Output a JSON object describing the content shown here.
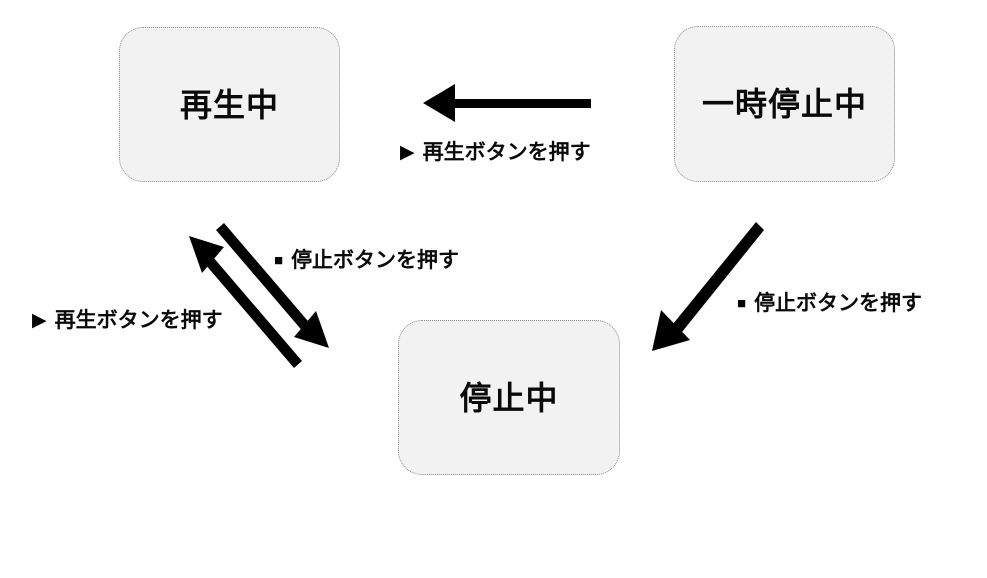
{
  "diagram": {
    "type": "state-transition-diagram",
    "background_color": "#ffffff",
    "states": [
      {
        "id": "playing",
        "label": "再生中",
        "fill": "#f2f2f2",
        "border": "#8a8a8a"
      },
      {
        "id": "paused",
        "label": "一時停止中",
        "fill": "#f2f2f2",
        "border": "#8a8a8a"
      },
      {
        "id": "stopped",
        "label": "停止中",
        "fill": "#f2f2f2",
        "border": "#8a8a8a"
      }
    ],
    "transitions": [
      {
        "id": "paused-to-playing",
        "from": "paused",
        "to": "playing",
        "marker": "▶",
        "marker_name": "play-triangle-marker",
        "label": "再生ボタンを押す",
        "arrow_color": "#000000"
      },
      {
        "id": "playing-to-stopped",
        "from": "playing",
        "to": "stopped",
        "marker": "■",
        "marker_name": "stop-square-marker",
        "label": "停止ボタンを押す",
        "arrow_color": "#000000"
      },
      {
        "id": "stopped-to-playing",
        "from": "stopped",
        "to": "playing",
        "marker": "▶",
        "marker_name": "play-triangle-marker",
        "label": "再生ボタンを押す",
        "arrow_color": "#000000"
      },
      {
        "id": "paused-to-stopped",
        "from": "paused",
        "to": "stopped",
        "marker": "■",
        "marker_name": "stop-square-marker",
        "label": "停止ボタンを押す",
        "arrow_color": "#000000"
      }
    ]
  }
}
